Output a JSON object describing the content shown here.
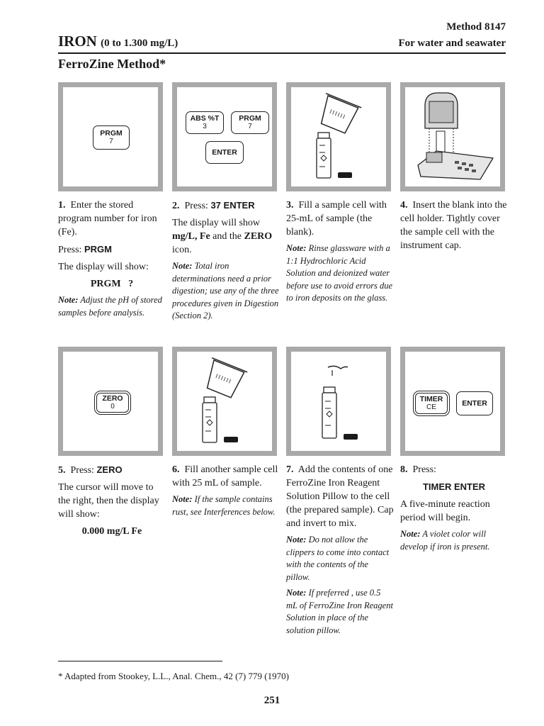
{
  "header": {
    "title": "IRON",
    "range": "(0 to 1.300 mg/L)",
    "method": "Method 8147",
    "scope": "For water and seawater",
    "method_name": "FerroZine Method*"
  },
  "keys": {
    "prgm_top": "PRGM",
    "prgm_bottom": "7",
    "abs_top": "ABS %T",
    "abs_bottom": "3",
    "enter": "ENTER",
    "zero_top": "ZERO",
    "zero_bottom": "0",
    "timer_top": "TIMER",
    "timer_bottom": "CE"
  },
  "steps": {
    "s1": {
      "num": "1.",
      "text": "Enter the stored program number for iron (Fe).",
      "press_label": "Press:",
      "press_key": "PRGM",
      "display_text": "The display will show:",
      "display_value": "PRGM   ?",
      "note_label": "Note:",
      "note_text": "Adjust the pH of stored samples before analysis."
    },
    "s2": {
      "num": "2.",
      "press_label": "Press:",
      "press_key": "37 ENTER",
      "line1": "The display will show",
      "bold1": "mg/L, Fe",
      "and": "and the",
      "bold2": "ZERO",
      "icon": "icon.",
      "note_label": "Note:",
      "note_text": "Total iron determinations need a prior digestion; use any of the three procedures given in Digestion (Section 2)."
    },
    "s3": {
      "num": "3.",
      "text": "Fill a sample cell with 25-mL of sample (the blank).",
      "note_label": "Note:",
      "note_text": "Rinse glassware with a 1:1 Hydrochloric Acid Solution and deionized water before use to avoid errors due to iron deposits on the glass."
    },
    "s4": {
      "num": "4.",
      "text": "Insert the blank into the cell holder. Tightly cover the sample cell with the instrument cap."
    },
    "s5": {
      "num": "5.",
      "press_label": "Press:",
      "press_key": "ZERO",
      "text": "The cursor will move to the right, then the display will show:",
      "display_value": "0.000 mg/L Fe"
    },
    "s6": {
      "num": "6.",
      "text": "Fill another sample cell with 25 mL of sample.",
      "note_label": "Note:",
      "note_text": "If the sample contains rust, see Interferences below."
    },
    "s7": {
      "num": "7.",
      "text": "Add the contents of one FerroZine Iron Reagent Solution Pillow to the cell (the prepared sample). Cap and invert to mix.",
      "note1_label": "Note:",
      "note1_text": "Do not allow the clippers to come into contact with the contents of the pillow.",
      "note2_label": "Note:",
      "note2_text": "If preferred , use 0.5 mL of FerroZine Iron Reagent Solution in place of the solution pillow."
    },
    "s8": {
      "num": "8.",
      "press_label": "Press:",
      "press_key": "TIMER ENTER",
      "text": "A five-minute reaction period will begin.",
      "note_label": "Note:",
      "note_text": "A violet color will develop if iron is present."
    }
  },
  "footer": {
    "footnote": "* Adapted from Stookey, L.L., Anal. Chem., 42 (7) 779 (1970)",
    "page_number": "251"
  },
  "colors": {
    "panel_border": "#a9a9a9",
    "text": "#1a1a1a"
  }
}
